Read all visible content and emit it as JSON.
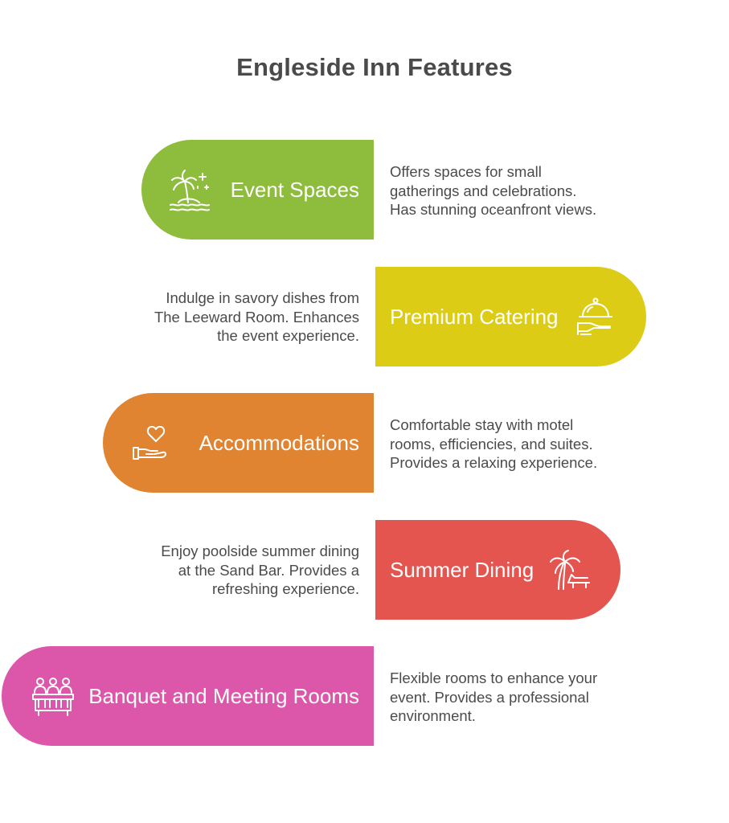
{
  "title": "Engleside Inn Features",
  "colors": {
    "event_spaces": "#8ebc3c",
    "premium_catering": "#dccc16",
    "accommodations": "#e08432",
    "summer_dining": "#e45550",
    "banquet_rooms": "#dc56a9"
  },
  "features": [
    {
      "label": "Event Spaces",
      "icon": "palm-island-icon",
      "description": [
        "Offers spaces for small",
        "gatherings and celebrations.",
        "Has stunning oceanfront views."
      ]
    },
    {
      "label": "Premium Catering",
      "icon": "serving-cloche-icon",
      "description": [
        "Indulge in savory dishes from",
        "The Leeward Room. Enhances",
        "the event experience."
      ]
    },
    {
      "label": "Accommodations",
      "icon": "heart-hand-icon",
      "description": [
        "Comfortable stay with motel",
        "rooms, efficiencies, and suites.",
        "Provides a relaxing experience."
      ]
    },
    {
      "label": "Summer Dining",
      "icon": "palm-lounger-icon",
      "description": [
        "Enjoy poolside summer dining",
        "at the Sand Bar. Provides a",
        "refreshing experience."
      ]
    },
    {
      "label": "Banquet and Meeting Rooms",
      "icon": "meeting-table-icon",
      "description": [
        "Flexible rooms to enhance your",
        "event. Provides a professional",
        "environment."
      ]
    }
  ]
}
